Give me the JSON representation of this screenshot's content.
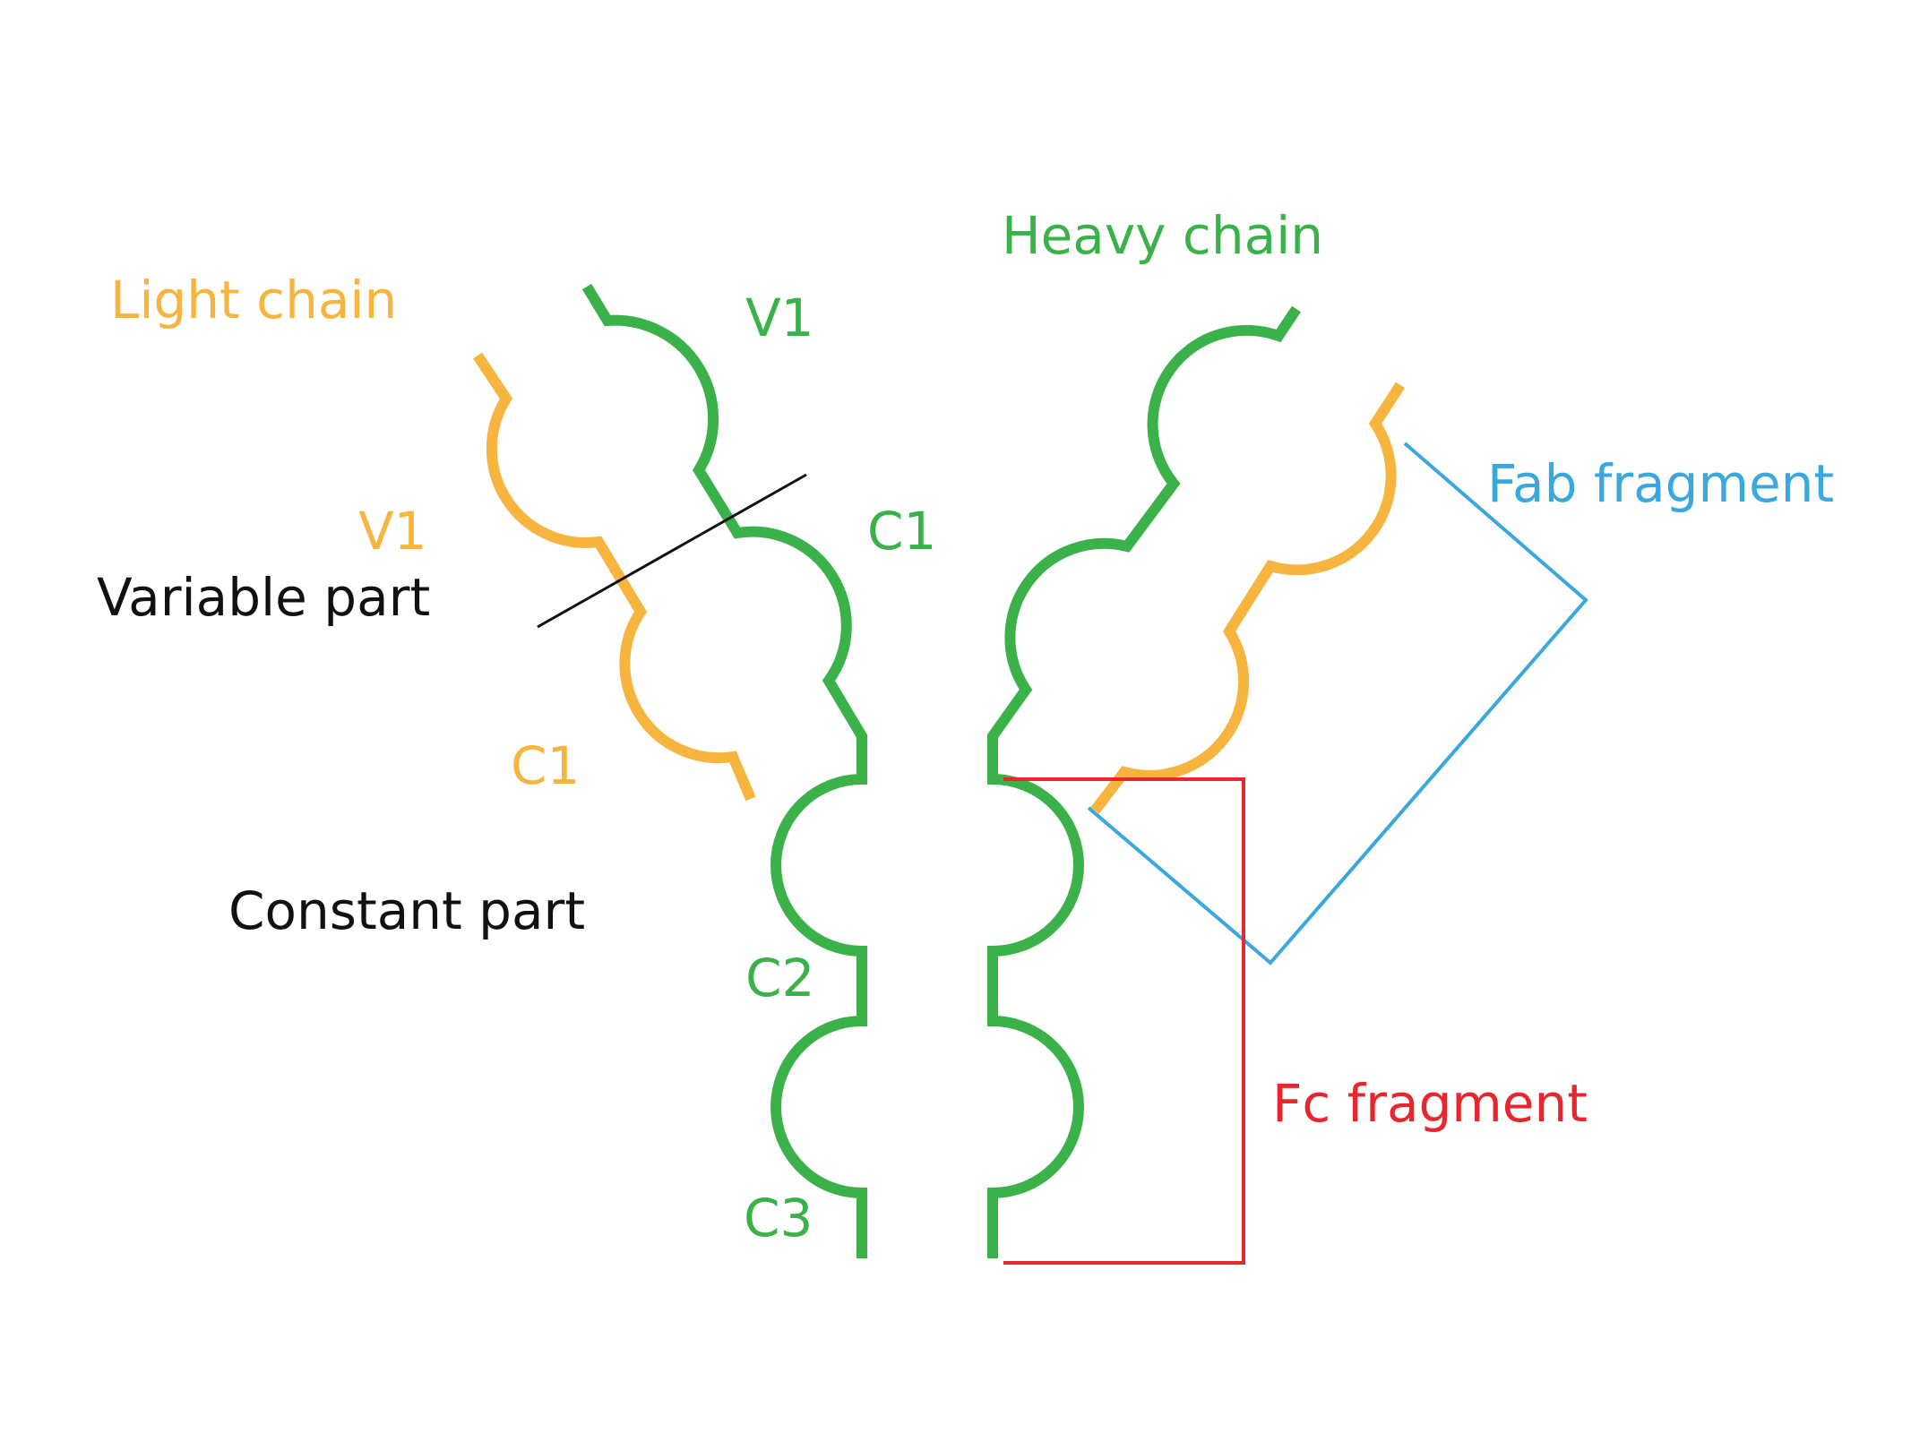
{
  "labels": {
    "light_chain": "Light chain",
    "heavy_chain": "Heavy chain",
    "heavy_v1": "V1",
    "light_v1": "V1",
    "heavy_c1": "C1",
    "light_c1": "C1",
    "variable_part": "Variable part",
    "constant_part": "Constant part",
    "c2": "C2",
    "c3": "C3",
    "fab_fragment": "Fab fragment",
    "fc_fragment": "Fc fragment"
  },
  "colors": {
    "light_chain": "#f7b43f",
    "heavy_chain": "#3bb14a",
    "fab_fragment": "#3aa8dc",
    "fc_fragment": "#e8262d",
    "divider": "#111111"
  }
}
